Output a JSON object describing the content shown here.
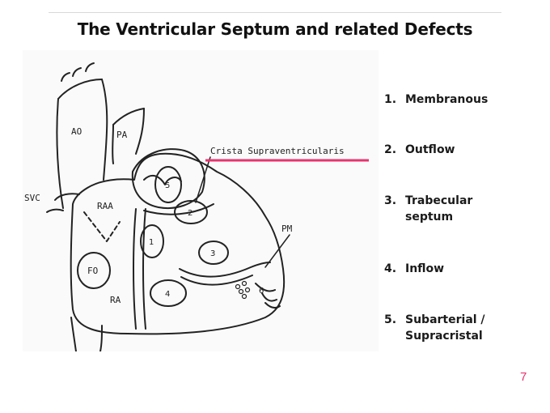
{
  "slide": {
    "title": "The Ventricular Septum and related Defects",
    "page_number": "7"
  },
  "diagram": {
    "labels": {
      "ao": "AO",
      "pa": "PA",
      "svc": "SVC",
      "raa": "RAA",
      "fo": "FO",
      "ra": "RA",
      "pm": "PM",
      "crista": "Crista Supraventricularis"
    },
    "regions": [
      "1",
      "2",
      "3",
      "4",
      "5",
      "6"
    ],
    "highlight_color": "#e8336f"
  },
  "legend": [
    {
      "num": "1.",
      "text": "Membranous"
    },
    {
      "num": "2.",
      "text": "Outflow"
    },
    {
      "num": "3.",
      "text": "Trabecular\nseptum"
    },
    {
      "num": "4.",
      "text": "Inflow"
    },
    {
      "num": "5.",
      "text": "Subarterial /\nSupracristal"
    }
  ]
}
